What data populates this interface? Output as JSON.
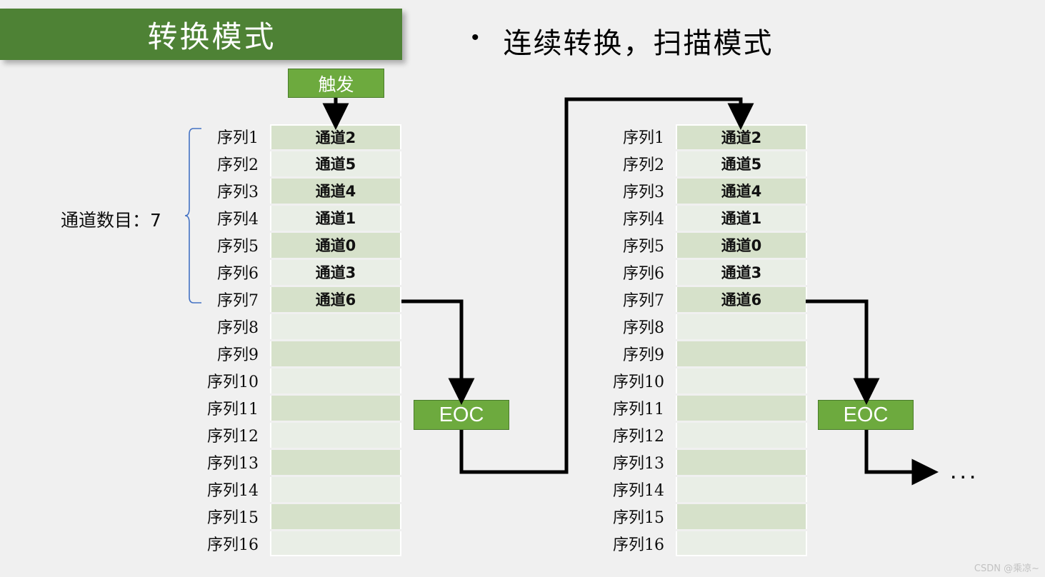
{
  "title": {
    "text": "转换模式"
  },
  "bullet": {
    "marker": "•",
    "text": "连续转换，扫描模式"
  },
  "trigger": {
    "label": "触发"
  },
  "channel_count": {
    "text": "通道数目：7"
  },
  "eoc": {
    "left_label": "EOC",
    "right_label": "EOC"
  },
  "ellipsis": {
    "text": "..."
  },
  "watermark": {
    "text": "CSDN @乘凉~"
  },
  "colors": {
    "title_bar_green": "#4E8235",
    "box_green": "#6DAA3E",
    "box_green_border": "#4A7C2B",
    "row_shade_dark": "#D6E1CA",
    "row_shade_light": "#E9EEE6",
    "slide_background": "#F0F0F0",
    "brace_blue": "#4472C4",
    "wire_black": "#000000"
  },
  "tables": {
    "left": {
      "rows": [
        {
          "seq": "序列1",
          "channel": "通道2",
          "shade": "dark"
        },
        {
          "seq": "序列2",
          "channel": "通道5",
          "shade": "light"
        },
        {
          "seq": "序列3",
          "channel": "通道4",
          "shade": "dark"
        },
        {
          "seq": "序列4",
          "channel": "通道1",
          "shade": "light"
        },
        {
          "seq": "序列5",
          "channel": "通道0",
          "shade": "dark"
        },
        {
          "seq": "序列6",
          "channel": "通道3",
          "shade": "light"
        },
        {
          "seq": "序列7",
          "channel": "通道6",
          "shade": "dark"
        },
        {
          "seq": "序列8",
          "channel": "",
          "shade": "light"
        },
        {
          "seq": "序列9",
          "channel": "",
          "shade": "dark"
        },
        {
          "seq": "序列10",
          "channel": "",
          "shade": "light"
        },
        {
          "seq": "序列11",
          "channel": "",
          "shade": "dark"
        },
        {
          "seq": "序列12",
          "channel": "",
          "shade": "light"
        },
        {
          "seq": "序列13",
          "channel": "",
          "shade": "dark"
        },
        {
          "seq": "序列14",
          "channel": "",
          "shade": "light"
        },
        {
          "seq": "序列15",
          "channel": "",
          "shade": "dark"
        },
        {
          "seq": "序列16",
          "channel": "",
          "shade": "light"
        }
      ]
    },
    "right": {
      "rows": [
        {
          "seq": "序列1",
          "channel": "通道2",
          "shade": "dark"
        },
        {
          "seq": "序列2",
          "channel": "通道5",
          "shade": "light"
        },
        {
          "seq": "序列3",
          "channel": "通道4",
          "shade": "dark"
        },
        {
          "seq": "序列4",
          "channel": "通道1",
          "shade": "light"
        },
        {
          "seq": "序列5",
          "channel": "通道0",
          "shade": "dark"
        },
        {
          "seq": "序列6",
          "channel": "通道3",
          "shade": "light"
        },
        {
          "seq": "序列7",
          "channel": "通道6",
          "shade": "dark"
        },
        {
          "seq": "序列8",
          "channel": "",
          "shade": "light"
        },
        {
          "seq": "序列9",
          "channel": "",
          "shade": "dark"
        },
        {
          "seq": "序列10",
          "channel": "",
          "shade": "light"
        },
        {
          "seq": "序列11",
          "channel": "",
          "shade": "dark"
        },
        {
          "seq": "序列12",
          "channel": "",
          "shade": "light"
        },
        {
          "seq": "序列13",
          "channel": "",
          "shade": "dark"
        },
        {
          "seq": "序列14",
          "channel": "",
          "shade": "light"
        },
        {
          "seq": "序列15",
          "channel": "",
          "shade": "dark"
        },
        {
          "seq": "序列16",
          "channel": "",
          "shade": "light"
        }
      ]
    }
  }
}
